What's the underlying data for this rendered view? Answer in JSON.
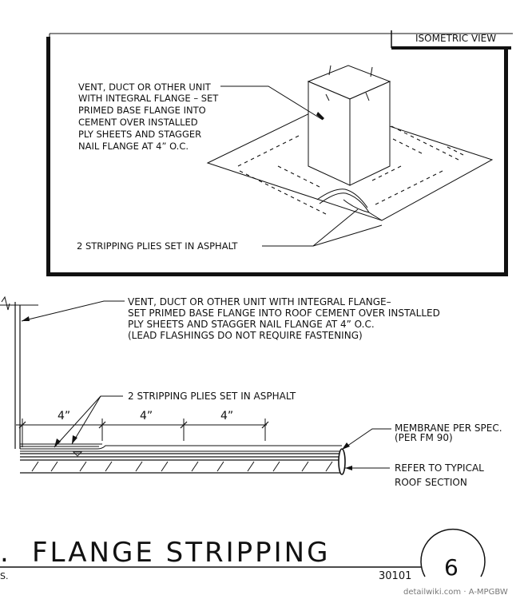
{
  "detail": {
    "view_label": "ISOMETRIC VIEW",
    "iso_note_lines": [
      "VENT, DUCT OR OTHER UNIT",
      "WITH INTEGRAL FLANGE – SET",
      "PRIMED BASE FLANGE INTO",
      "CEMENT OVER INSTALLED",
      "PLY SHEETS AND STAGGER",
      "NAIL FLANGE AT 4” O.C."
    ],
    "iso_stripping_note": "2 STRIPPING PLIES SET IN ASPHALT",
    "section_note_lines": [
      "VENT, DUCT OR OTHER UNIT WITH INTEGRAL FLANGE–",
      "SET PRIMED BASE FLANGE INTO ROOF CEMENT OVER INSTALLED",
      "PLY SHEETS AND STAGGER NAIL FLANGE AT 4” O.C.",
      "(LEAD FLASHINGS DO NOT REQUIRE FASTENING)"
    ],
    "section_stripping_note": "2 STRIPPING PLIES SET IN ASPHALT",
    "dimensions": [
      "4”",
      "4”",
      "4”"
    ],
    "membrane_note_lines": [
      "MEMBRANE PER SPEC.",
      "(PER FM 90)"
    ],
    "refer_note_lines": [
      "REFER TO TYPICAL",
      "ROOF SECTION"
    ],
    "title_prefix": ".",
    "title": "FLANGE STRIPPING",
    "scale_fragment": "S.",
    "detail_code": "30101",
    "detail_number": "6",
    "watermark": "detailwiki.com · A-MPGBW"
  }
}
